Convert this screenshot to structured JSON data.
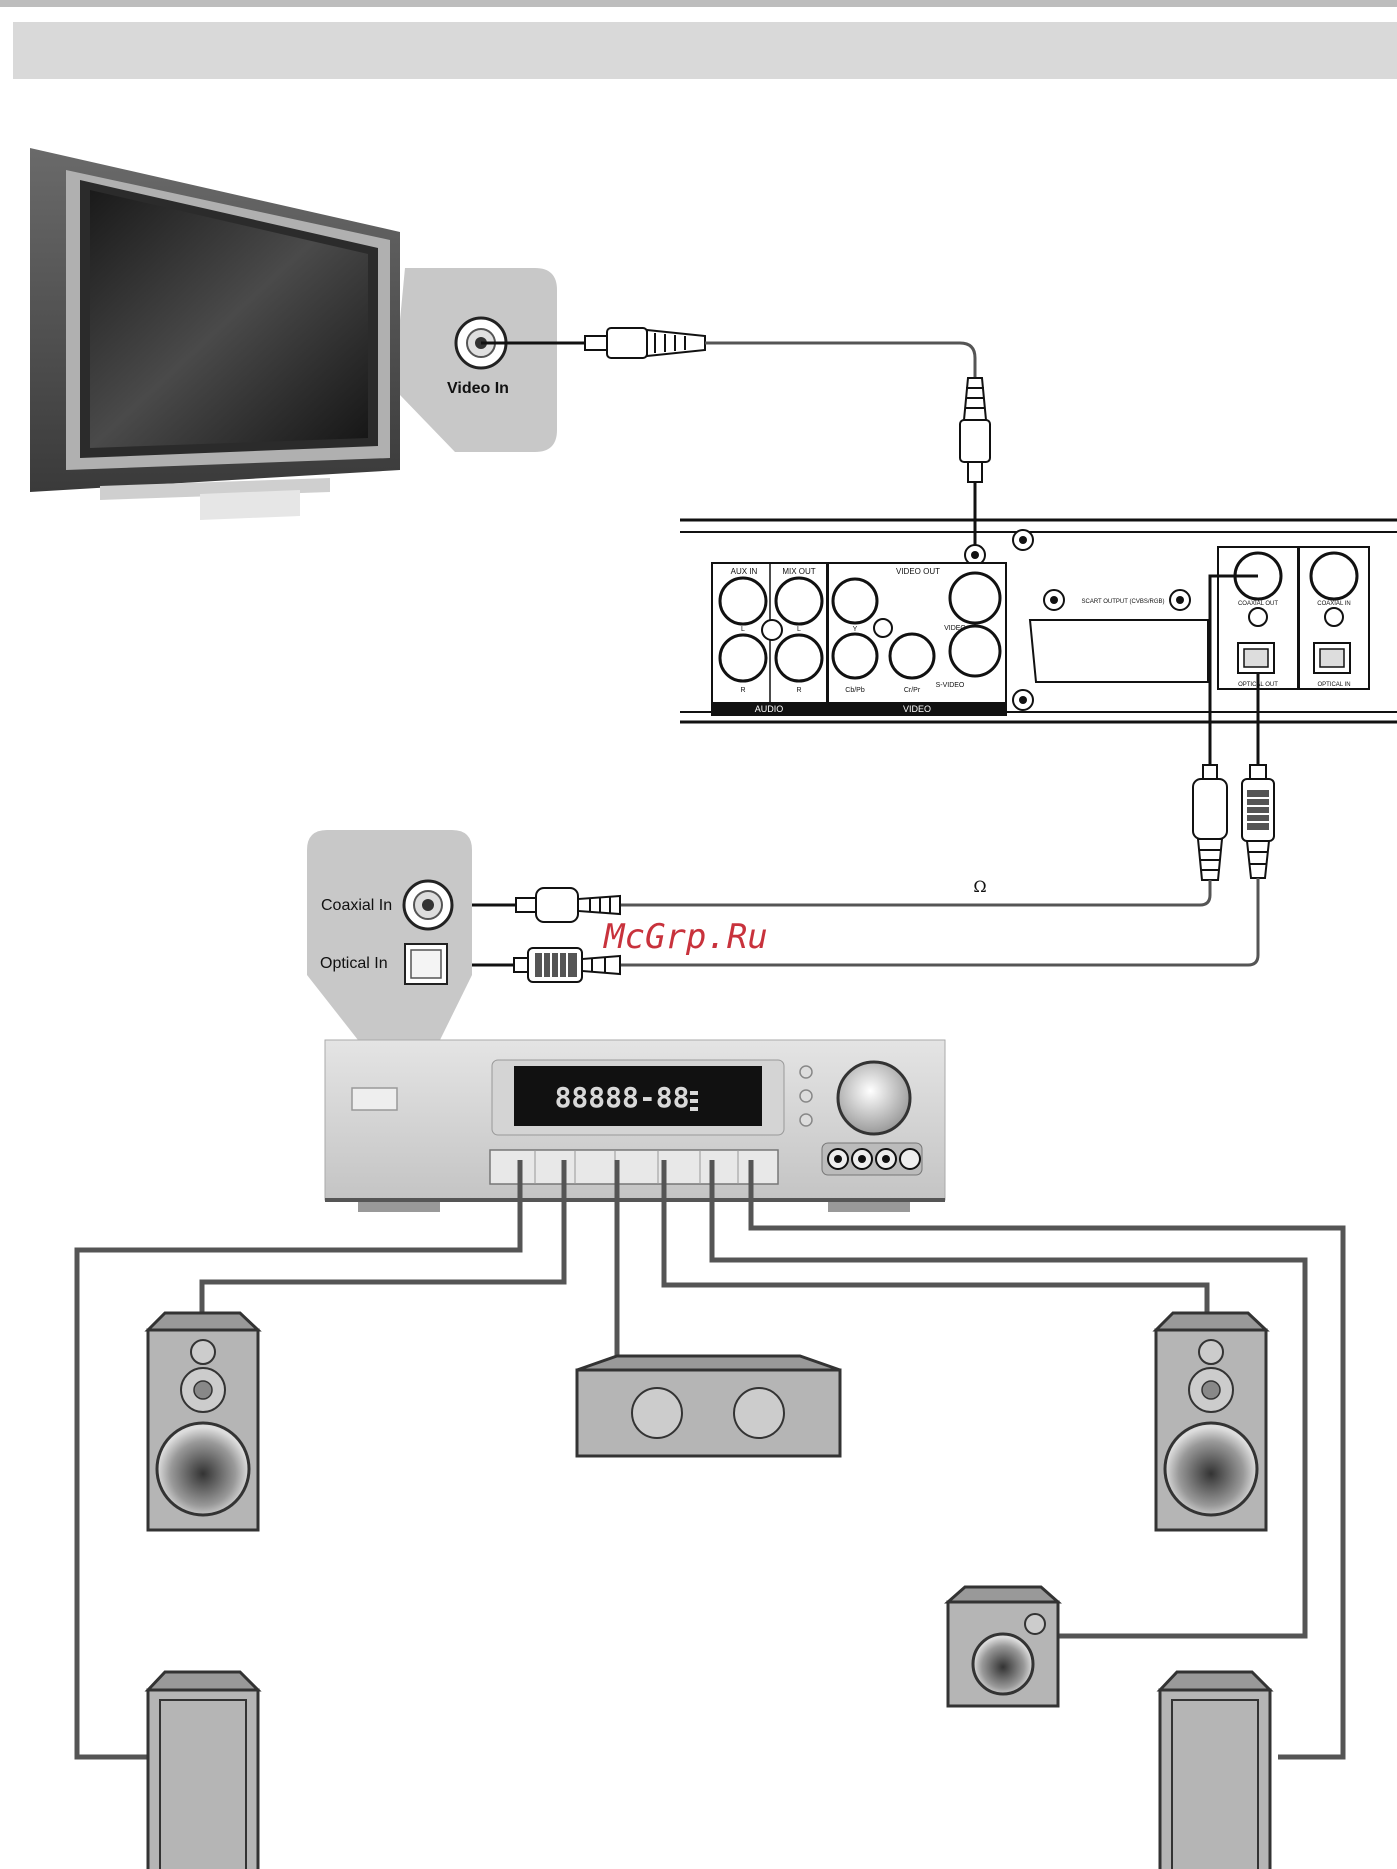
{
  "tv_panel": {
    "video_in_label": "Video In"
  },
  "dvd_panel": {
    "aux_in_label": "AUX IN",
    "mix_out_label": "MIX OUT",
    "video_out_label": "VIDEO OUT",
    "left_label": "L",
    "right_label": "R",
    "y_label": "Y",
    "cbpb_label": "Cb/Pb",
    "crpr_label": "Cr/Pr",
    "video_label": "VIDEO",
    "svideo_label": "S-VIDEO",
    "audio_group_label": "AUDIO",
    "video_group_label": "VIDEO",
    "scart_label": "SCART OUTPUT (CVBS/RGB)",
    "coaxial_out_label": "COAXIAL OUT",
    "coaxial_in_label": "COAXIAL IN",
    "optical_out_label": "OPTICAL OUT",
    "optical_in_label": "OPTICAL IN"
  },
  "receiver_panel": {
    "coaxial_in_label": "Coaxial In",
    "optical_in_label": "Optical In",
    "display_text": "88888-88"
  },
  "cable": {
    "impedance_symbol": "Ω"
  },
  "watermark": {
    "text": "McGrp.Ru"
  },
  "colors": {
    "header_bar": "#d9d9d9",
    "panel_gray": "#c8c8c8",
    "wire_gray": "#555555",
    "speaker_fill": "#b5b5b5",
    "watermark_red": "#c8323c"
  }
}
